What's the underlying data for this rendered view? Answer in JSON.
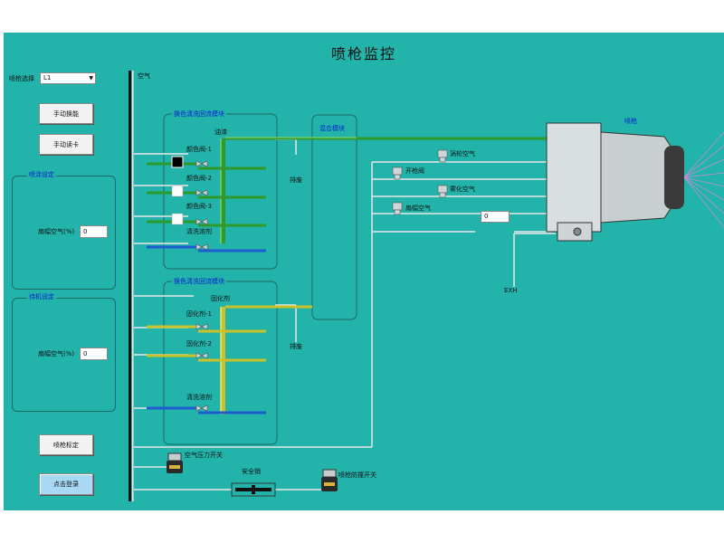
{
  "title": "喷枪监控",
  "gun_select": {
    "label": "喷枪选择",
    "value": "L1"
  },
  "buttons": {
    "manual_feed": "手动换能",
    "manual_card": "手动读卡",
    "gun_calibrate": "喷枪标定",
    "login": "点击登录"
  },
  "groups": {
    "spray_settings": {
      "title": "喷涂设定",
      "fan_air_label": "扇幅空气(%)",
      "fan_air_value": "0"
    },
    "standby_settings": {
      "title": "待机设定",
      "fan_air_label": "扇幅空气(%)",
      "fan_air_value": "0"
    }
  },
  "diagram": {
    "air_label": "空气",
    "module1_title": "换色清洗回流模块",
    "module2_title": "换色清洗回流模块",
    "mix_module": "混合模块",
    "gun_label": "喷枪",
    "paint_label": "油漆",
    "color_valves": [
      "颜色阀-1",
      "颜色阀-2",
      "颜色阀-3"
    ],
    "cleaner_label": "清洗溶剂",
    "hardener_label": "固化剂",
    "hardener_valves": [
      "固化剂-1",
      "固化剂-2"
    ],
    "cleaner2_label": "清洗溶剂",
    "drain1": "排废",
    "drain2": "排废",
    "right_valves": [
      "涡轮空气",
      "开枪阀",
      "雾化空气",
      "扇幅空气"
    ],
    "fan_air_value": "0",
    "exh": "EXH",
    "air_pressure_switch": "空气压力开关",
    "safety_pin": "安全销",
    "anti_collision_switch": "喷枪防撞开关"
  },
  "colors": {
    "panel": "#22b3aa",
    "swatches": [
      "#000000",
      "#ffffff",
      "#ffffff"
    ]
  }
}
